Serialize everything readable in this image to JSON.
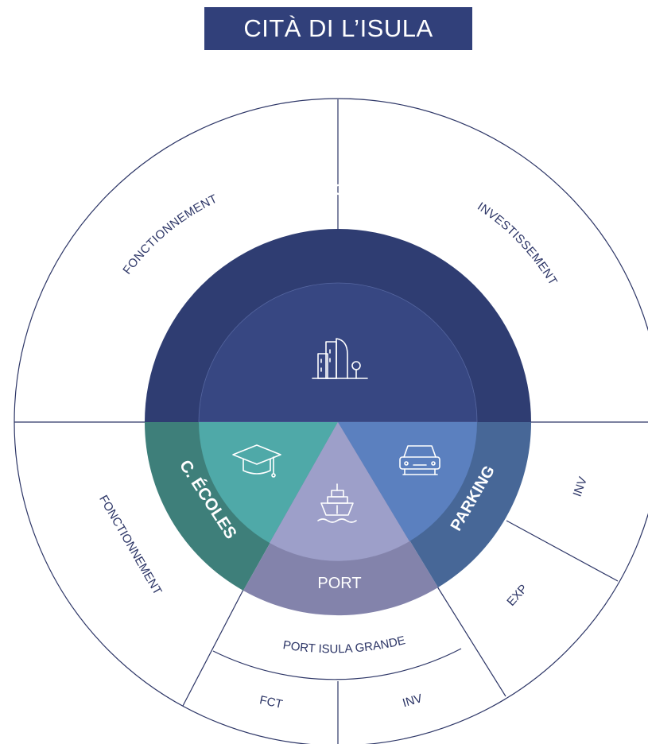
{
  "title": "CITÀ DI L’ISULA",
  "outer_ring": {
    "top_left": "FONCTIONNEMENT",
    "top_right": "INVESTISSEMENT",
    "bottom_left": "FONCTIONNEMENT",
    "port_middle": "PORT ISULA GRANDE",
    "port_fct": "FCT",
    "port_inv": "INV",
    "parking_inv": "INV",
    "parking_exp": "EXP"
  },
  "middle_ring": {
    "principal": "PRINCIPAL",
    "ecoles": "C. ÉCOLES",
    "port": "PORT",
    "parking": "PARKING"
  },
  "icons": [
    "buildings-icon",
    "graduation-cap-icon",
    "ship-icon",
    "car-icon"
  ],
  "colors": {
    "title_bg": "#31407a",
    "principal_outer": "#2f3d72",
    "principal_inner": "#374782",
    "ecoles_outer": "#3e7f7a",
    "ecoles_inner": "#4fa9a8",
    "port_outer": "#8383ab",
    "port_inner": "#9d9fc9",
    "parking_outer": "#476797",
    "parking_inner": "#5b80bf",
    "lines": "#2c3566"
  }
}
